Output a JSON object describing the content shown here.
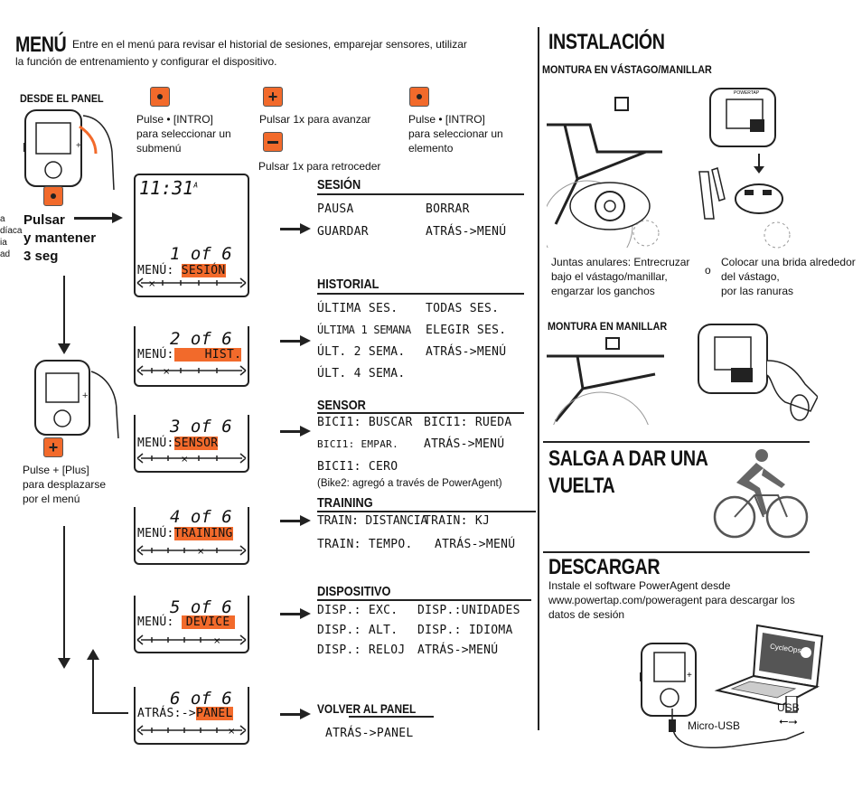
{
  "menu": {
    "title": "MENÚ",
    "intro_line1": "Entre en el menú para revisar el historial de sesiones, emparejar sensores, utilizar",
    "intro_line2": "la función de entrenamiento y configurar el dispositivo.",
    "from_panel": "DESDE EL PANEL",
    "hold_line1": "Pulsar",
    "hold_line2": "y mantener",
    "hold_line3": "3 seg",
    "cut_text": [
      "a",
      "díaca",
      "ia",
      "ad"
    ],
    "btn_intro_1": [
      "Pulse • [INTRO]",
      "para seleccionar un",
      "submenú"
    ],
    "btn_plus": "Pulsar 1x para avanzar",
    "btn_minus": "Pulsar 1x para retroceder",
    "btn_intro_2": [
      "Pulse • [INTRO]",
      "para seleccionar un",
      "elemento"
    ],
    "plus_scroll": [
      "Pulse + [Plus]",
      "para desplazarse",
      "por el menú"
    ]
  },
  "screens": [
    {
      "time": "11:31",
      "time_sup": "A",
      "count": "1 of 6",
      "label": "MENÚ:",
      "item": "SESIÓN"
    },
    {
      "count": "2 of 6",
      "label": "MENÚ:",
      "item": "HIST."
    },
    {
      "count": "3 of 6",
      "label": "MENÚ:",
      "item": "SENSOR"
    },
    {
      "count": "4 of 6",
      "label": "MENÚ:",
      "item": "TRAINING"
    },
    {
      "count": "5 of 6",
      "label": "MENÚ:",
      "item": "DEVICE"
    },
    {
      "count": "6 of 6",
      "label": "ATRÁS:->",
      "item": "PANEL"
    }
  ],
  "sections": {
    "sesion": {
      "title": "SESIÓN",
      "items": [
        "PAUSA",
        "BORRAR",
        "GUARDAR",
        "ATRÁS->MENÚ"
      ]
    },
    "historial": {
      "title": "HISTORIAL",
      "items": [
        "ÚLTIMA SES.",
        "TODAS SES.",
        "ÚLTIMA 1 SEMANA",
        "ELEGIR SES.",
        "ÚLT. 2 SEMA.",
        "ATRÁS->MENÚ",
        "ÚLT. 4 SEMA."
      ]
    },
    "sensor": {
      "title": "SENSOR",
      "items": [
        "BICI1: BUSCAR",
        "BICI1: RUEDA",
        "BICI1: EMPAR.",
        "ATRÁS->MENÚ",
        "BICI1: CERO"
      ],
      "note": "(Bike2: agregó a través de PowerAgent)"
    },
    "training": {
      "title": "TRAINING",
      "items": [
        "TRAIN: DISTANCIA",
        "TRAIN: KJ",
        "TRAIN: TEMPO.",
        "ATRÁS->MENÚ"
      ]
    },
    "dispositivo": {
      "title": "DISPOSITIVO",
      "items": [
        "DISP.: EXC.",
        "DISP.:UNIDADES",
        "DISP.: ALT.",
        "DISP.: IDIOMA",
        "DISP.: RELOJ",
        "ATRÁS->MENÚ"
      ]
    },
    "volver": {
      "title": "VOLVER AL PANEL",
      "items": [
        "ATRÁS->PANEL"
      ]
    }
  },
  "instalacion": {
    "title": "INSTALACIÓN",
    "stem_title": "MONTURA EN VÁSTAGO/MANILLAR",
    "caption_left": [
      "Juntas anulares: Entrecruzar",
      "bajo el vástago/manillar,",
      "engarzar los ganchos"
    ],
    "or": "o",
    "caption_right": [
      "Colocar una brida alrededor",
      "del vástago,",
      "por las ranuras"
    ],
    "bar_title": "MONTURA EN MANILLAR"
  },
  "ride": {
    "title_line1": "SALGA A DAR UNA",
    "title_line2": "VUELTA"
  },
  "descargar": {
    "title": "DESCARGAR",
    "text": [
      "Instale el software PowerAgent desde",
      "www.powertap.com/poweragent para descargar los",
      "datos de sesión"
    ],
    "usb": "USB",
    "micro_usb": "Micro-USB",
    "laptop_brand": "CycleOps"
  },
  "colors": {
    "accent": "#f26a2b",
    "ink": "#111111"
  }
}
